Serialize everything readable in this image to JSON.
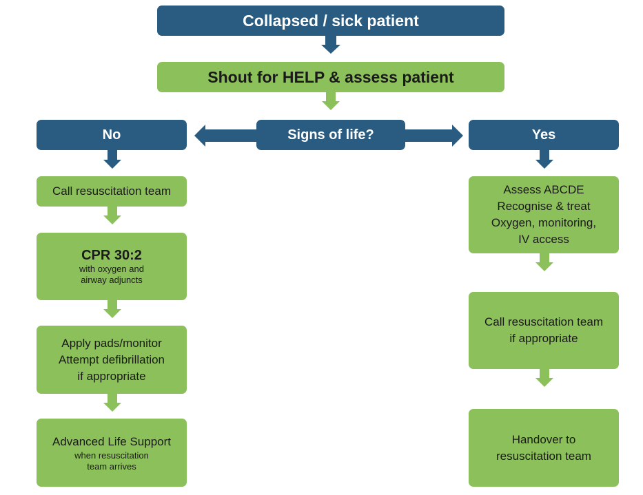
{
  "colors": {
    "primary": "#2a5b80",
    "action": "#8cc05a"
  },
  "top": {
    "collapsed": "Collapsed / sick patient",
    "shout": "Shout for HELP & assess patient"
  },
  "decision": {
    "question": "Signs of life?",
    "no": "No",
    "yes": "Yes"
  },
  "no_path": {
    "call": "Call resuscitation team",
    "cpr_title": "CPR 30:2",
    "cpr_sub1": "with oxygen and",
    "cpr_sub2": "airway adjuncts",
    "pads1": "Apply pads/monitor",
    "pads2": "Attempt defibrillation",
    "pads3": "if appropriate",
    "als_title": "Advanced Life Support",
    "als_sub1": "when resuscitation",
    "als_sub2": "team arrives"
  },
  "yes_path": {
    "assess1": "Assess ABCDE",
    "assess2": "Recognise & treat",
    "assess3": "Oxygen, monitoring,",
    "assess4": "IV access",
    "call1": "Call resuscitation team",
    "call2": "if appropriate",
    "handover1": "Handover to",
    "handover2": "resuscitation team"
  }
}
